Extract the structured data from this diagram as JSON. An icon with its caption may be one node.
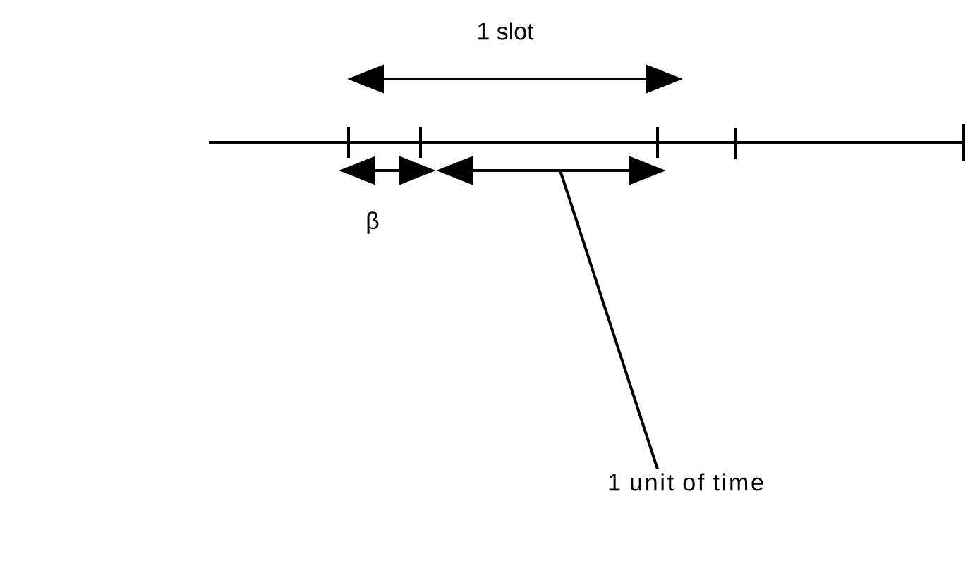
{
  "diagram": {
    "nodes": [
      {
        "text": [
          "1 unit of time"
        ]
      },
      {
        "text": [],
        "shape": "arrow"
      }
    ],
    "edges": [
      {
        "from": 0,
        "to": 1,
        "arrow": "none"
      }
    ],
    "labels": [
      "1 slot",
      "β"
    ]
  }
}
